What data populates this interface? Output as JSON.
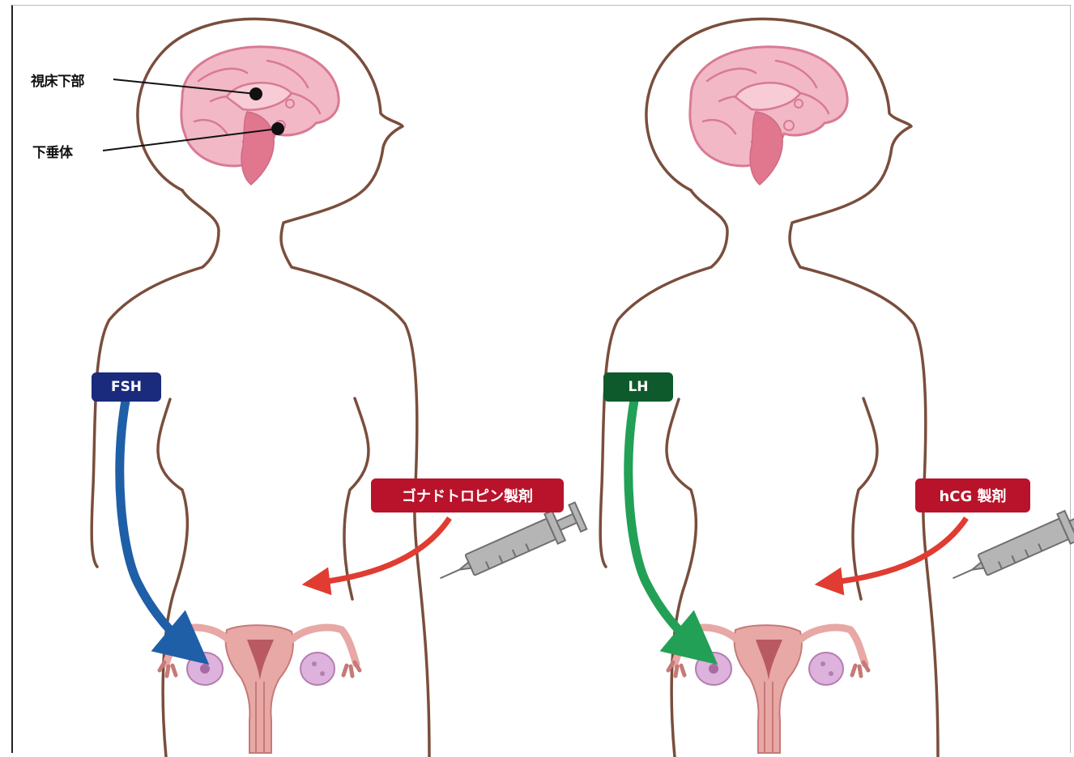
{
  "labels": {
    "hypothalamus": "視床下部",
    "pituitary": "下垂体"
  },
  "left_panel": {
    "hormone_label": "FSH",
    "drug_label": "ゴナドトロピン製剤"
  },
  "right_panel": {
    "hormone_label": "LH",
    "drug_label": "hCG 製剤"
  },
  "colors": {
    "body_outline": "#7a4e3c",
    "brain": "#f2b8c6",
    "brain_fold": "#d87a93",
    "fsh_badge": "#1a2a7c",
    "fsh_arrow": "#1f5fa8",
    "lh_badge": "#0e5a2c",
    "lh_arrow": "#22a055",
    "drug_badge": "#b8132a",
    "drug_arrow": "#e03c32",
    "uterus": "#e39b9b",
    "syringe": "#b5b5b5"
  }
}
